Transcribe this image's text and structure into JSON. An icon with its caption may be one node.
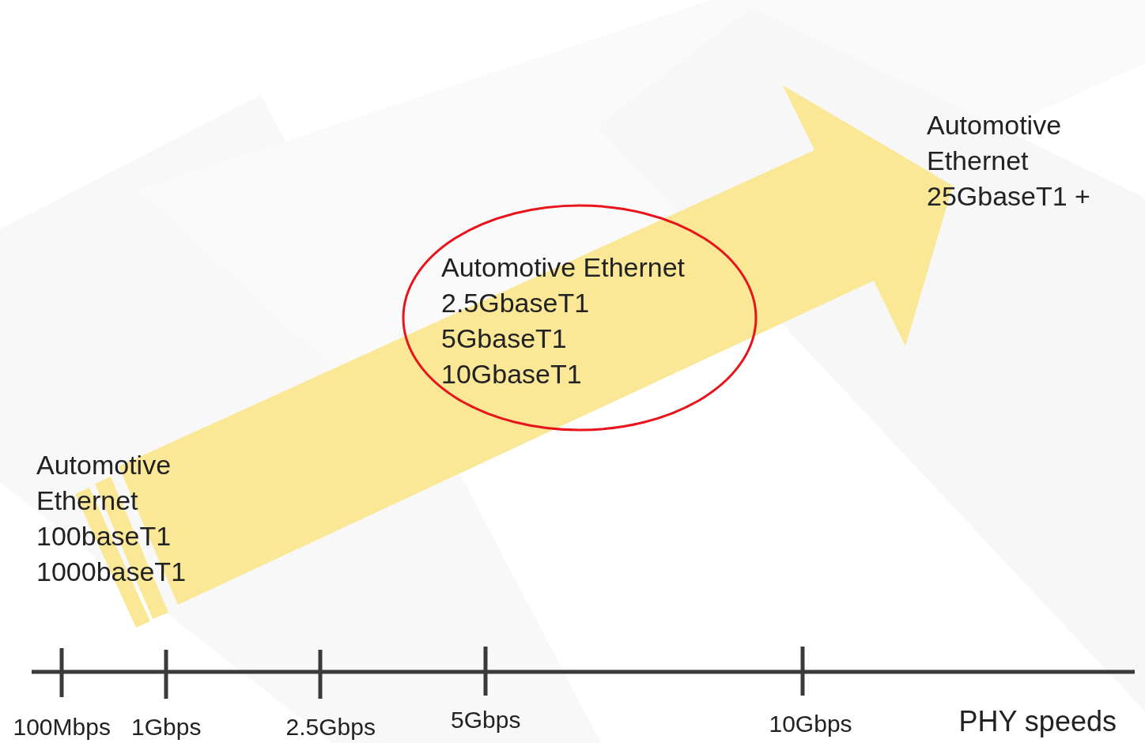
{
  "diagram": {
    "nodes": [
      {
        "text": [
          "Automotive Ethernet",
          "2.5GbaseT1",
          "5GbaseT1",
          "10GbaseT1"
        ]
      }
    ],
    "labels": [
      "Automotive Ethernet",
      "100baseT1",
      "1000baseT1",
      "Automotive Ethernet",
      "25GbaseT1 +",
      "100Mbps",
      "1Gbps",
      "2.5Gbps",
      "5Gbps",
      "10Gbps",
      "PHY speeds"
    ]
  }
}
